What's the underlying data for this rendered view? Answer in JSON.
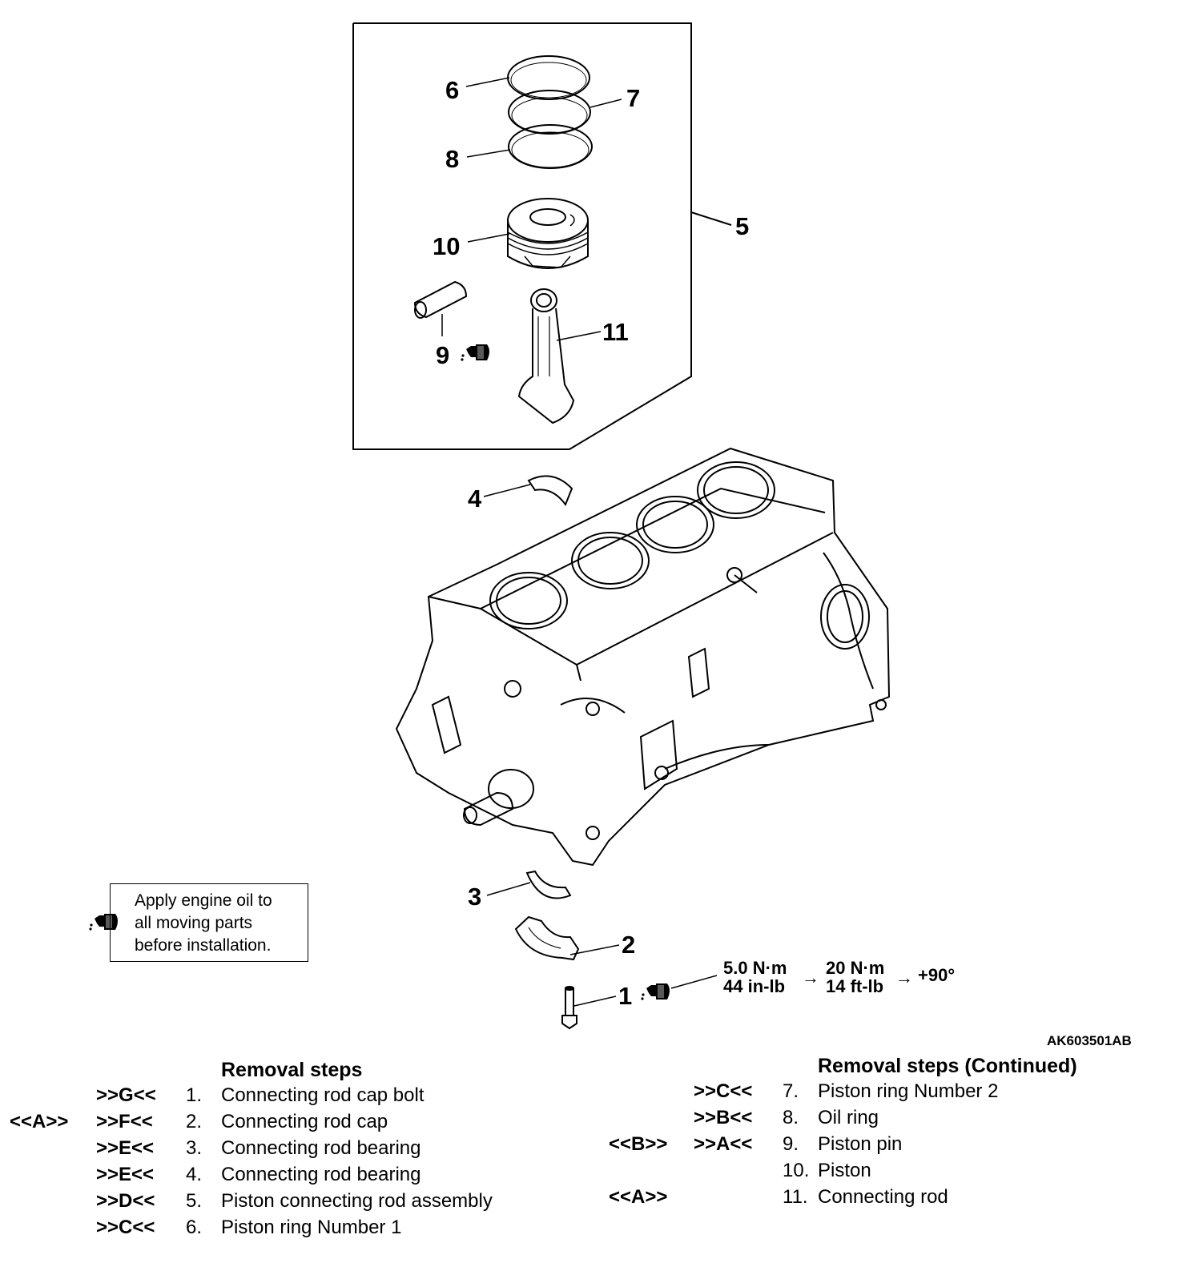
{
  "callouts": {
    "c1": "1",
    "c2": "2",
    "c3": "3",
    "c4": "4",
    "c5": "5",
    "c6": "6",
    "c7": "7",
    "c8": "8",
    "c9": "9",
    "c10": "10",
    "c11": "11"
  },
  "torque": {
    "stage1_nm": "5.0 N·m",
    "stage1_imp": "44 in-lb",
    "stage2_nm": "20 N·m",
    "stage2_imp": "14 ft-lb",
    "final_angle": "+90°",
    "arrow": "→"
  },
  "figure_code": "AK603501AB",
  "note": {
    "line1": "Apply engine oil to",
    "line2": "all moving parts",
    "line3": "before installation."
  },
  "icons": {
    "oil_can": "oil-can-icon"
  },
  "removal_steps": {
    "heading": "Removal steps",
    "items": [
      {
        "install_mark": "",
        "removal_mark": ">>G<<",
        "num": "1.",
        "label": "Connecting rod cap bolt"
      },
      {
        "install_mark": "<<A>>",
        "removal_mark": ">>F<<",
        "num": "2.",
        "label": "Connecting rod cap"
      },
      {
        "install_mark": "",
        "removal_mark": ">>E<<",
        "num": "3.",
        "label": "Connecting rod bearing"
      },
      {
        "install_mark": "",
        "removal_mark": ">>E<<",
        "num": "4.",
        "label": "Connecting rod bearing"
      },
      {
        "install_mark": "",
        "removal_mark": ">>D<<",
        "num": "5.",
        "label": "Piston connecting rod assembly"
      },
      {
        "install_mark": "",
        "removal_mark": ">>C<<",
        "num": "6.",
        "label": "Piston ring Number 1"
      }
    ]
  },
  "removal_steps_continued": {
    "heading": "Removal steps (Continued)",
    "items": [
      {
        "install_mark": "",
        "removal_mark": ">>C<<",
        "num": "7.",
        "label": "Piston ring Number 2"
      },
      {
        "install_mark": "",
        "removal_mark": ">>B<<",
        "num": "8.",
        "label": "Oil ring"
      },
      {
        "install_mark": "<<B>>",
        "removal_mark": ">>A<<",
        "num": "9.",
        "label": "Piston pin"
      },
      {
        "install_mark": "",
        "removal_mark": "",
        "num": "10.",
        "label": "Piston"
      },
      {
        "install_mark": "<<A>>",
        "removal_mark": "",
        "num": "11.",
        "label": "Connecting rod"
      }
    ]
  }
}
